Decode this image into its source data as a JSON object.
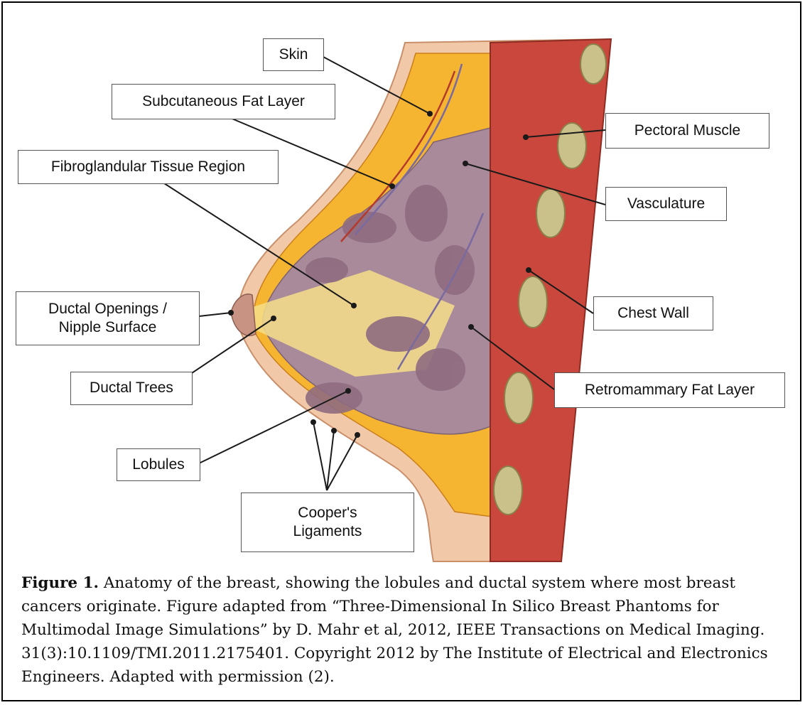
{
  "labels": {
    "skin": "Skin",
    "subcutaneous_fat": "Subcutaneous Fat Layer",
    "fibroglandular": "Fibroglandular Tissue Region",
    "ductal_openings": "Ductal Openings /\nNipple Surface",
    "ductal_trees": "Ductal Trees",
    "lobules": "Lobules",
    "coopers": "Cooper's\nLigaments",
    "pectoral": "Pectoral Muscle",
    "vasculature": "Vasculature",
    "chest_wall": "Chest Wall",
    "retromammary": "Retromammary Fat Layer"
  },
  "caption": {
    "figure_label": "Figure 1.",
    "text": " Anatomy of the breast, showing the lobules and ductal system where most breast cancers originate. Figure adapted from “Three-Dimensional In Silico Breast Phantoms for Multimodal Image Simulations” by D. Mahr et al, 2012, IEEE Transactions on Medical Imaging. 31(3):10.1109/TMI.2011.2175401. Copyright 2012 by The Institute of Electrical and Electronics Engineers. Adapted with permission (2)."
  },
  "colors": {
    "skin": "#f2c9a8",
    "fat": "#f5b531",
    "gland": "#a88a9a",
    "muscle": "#c9473c",
    "rib": "#c9c08a"
  }
}
